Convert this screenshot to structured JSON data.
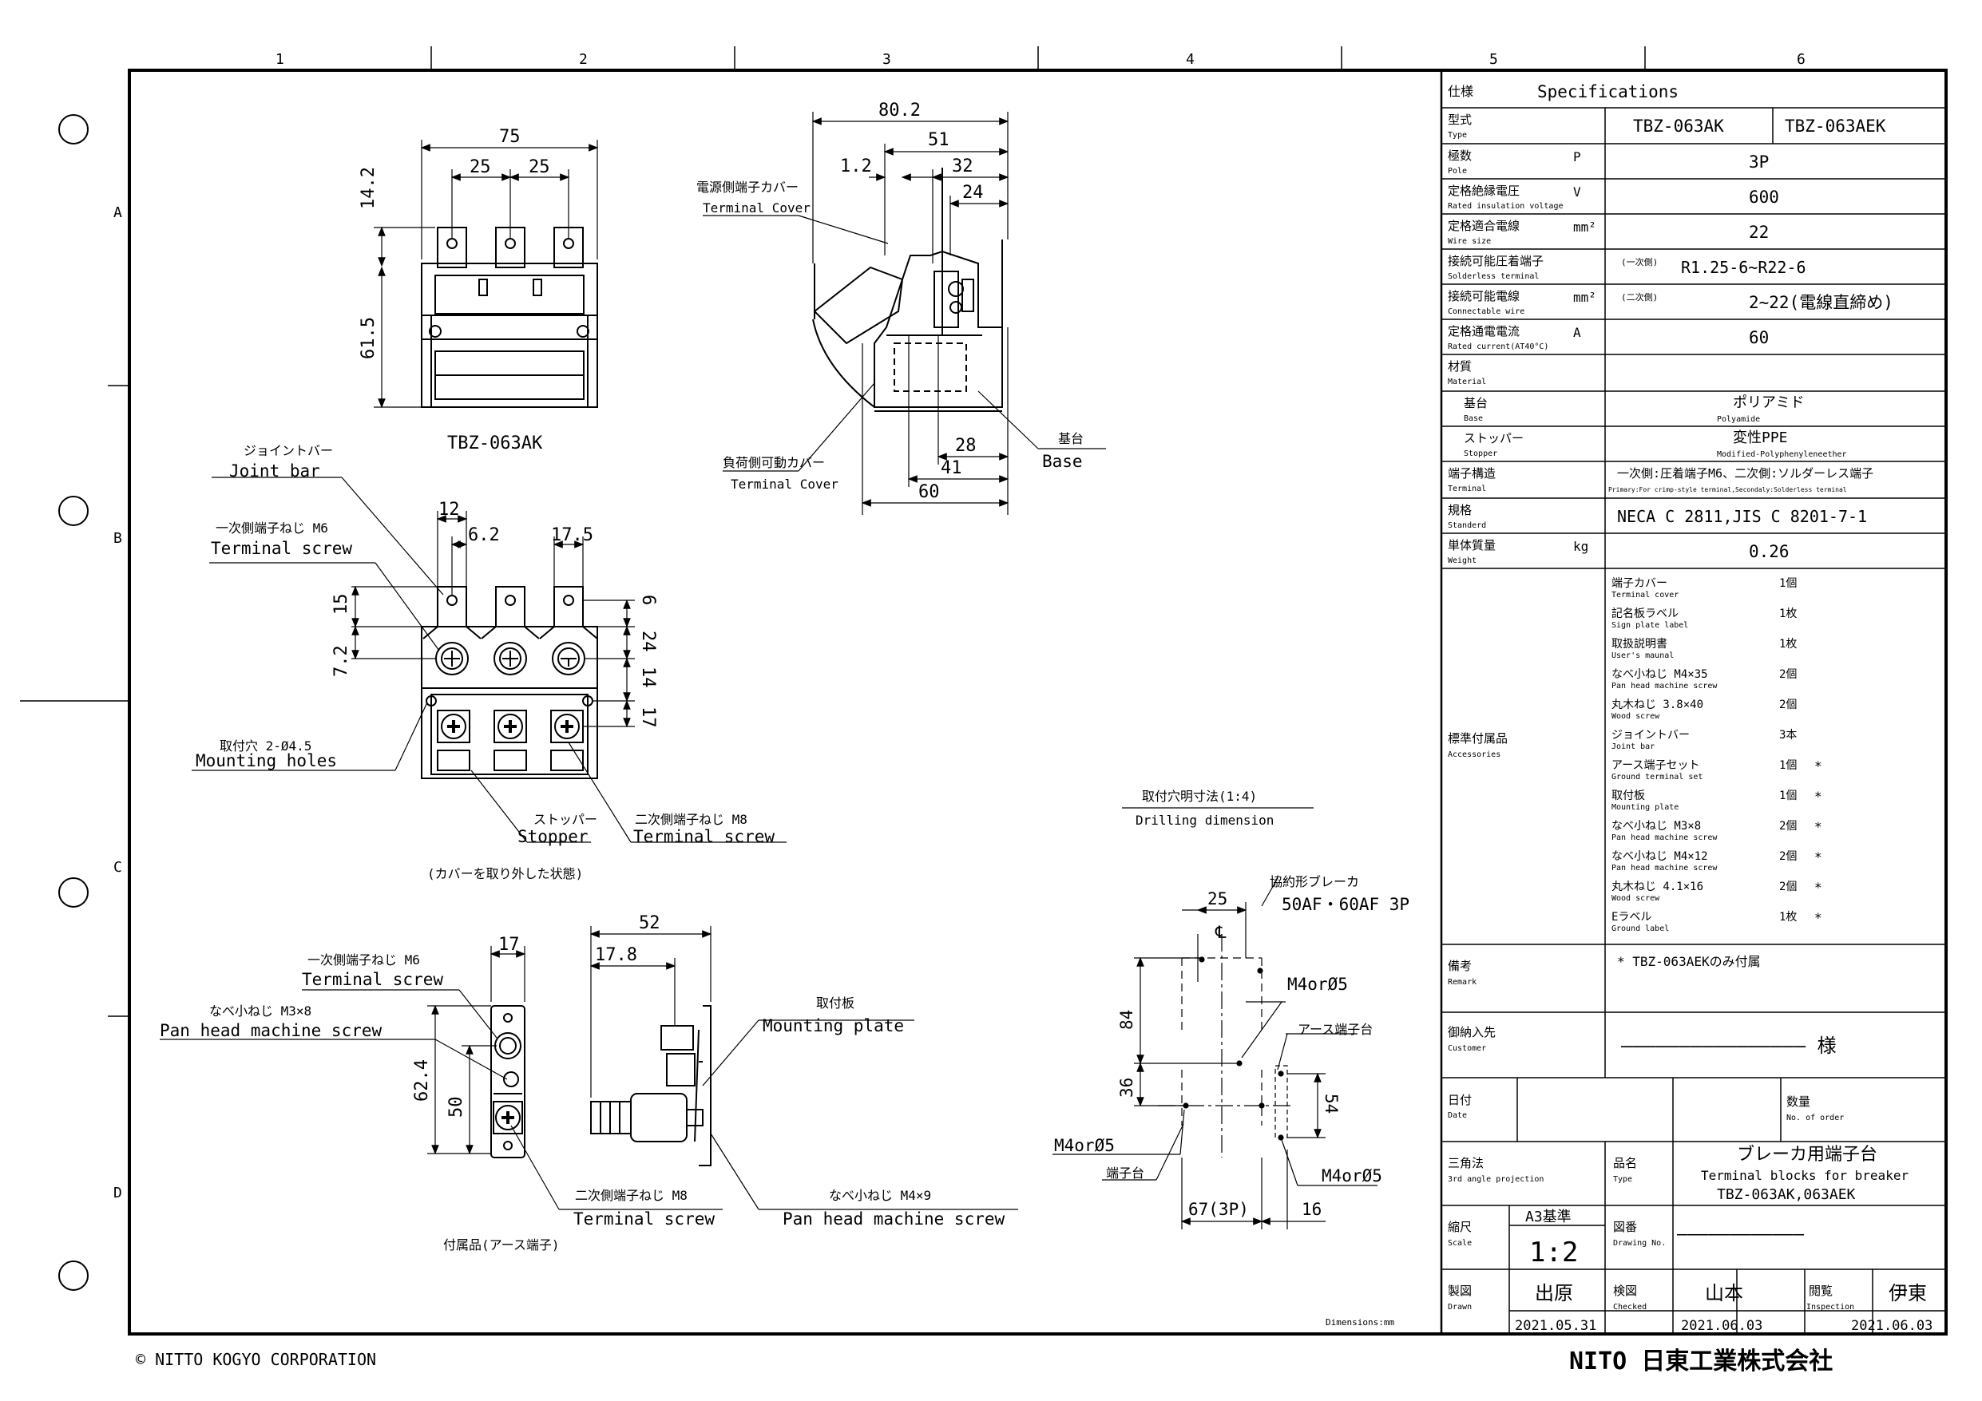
{
  "grid": {
    "columns": [
      "1",
      "2",
      "3",
      "4",
      "5",
      "6"
    ],
    "rows": [
      "A",
      "B",
      "C",
      "D"
    ]
  },
  "copyright": "© NITTO KOGYO CORPORATION",
  "logo_text": "NITO 日東工業株式会社",
  "dimensions_unit": "Dimensions:mm",
  "views": {
    "top_label": "TBZ-063AK",
    "top_dims": {
      "w75": "75",
      "a25": "25",
      "b25": "25",
      "h14": "14.2",
      "h61": "61.5"
    },
    "side_dims": {
      "d80": "80.2",
      "d51": "51",
      "d12": "1.2",
      "d32": "32",
      "d24": "24",
      "d28": "28",
      "d41": "41",
      "d60": "60"
    },
    "side_labels": {
      "source_cover_jp": "電源側端子カバー",
      "source_cover_en": "Terminal Cover",
      "load_cover_jp": "負荷側可動カバー",
      "load_cover_en": "Terminal Cover",
      "base_jp": "基台",
      "base_en": "Base"
    },
    "front_dims": {
      "d12": "12",
      "d62": "6.2",
      "d175": "17.5",
      "d15": "15",
      "d72": "7.2",
      "d6": "6",
      "d24": "24",
      "d14": "14",
      "d17": "17"
    },
    "front_labels": {
      "joint_jp": "ジョイントバー",
      "joint_en": "Joint bar",
      "tscrew_jp": "一次側端子ねじ M6",
      "tscrew_en": "Terminal screw",
      "mhole_jp": "取付穴 2-Ø4.5",
      "mhole_en": "Mounting holes",
      "stopper_jp": "ストッパー",
      "stopper_en": "Stopper",
      "tscrew2_jp": "二次側端子ねじ M8",
      "tscrew2_en": "Terminal screw",
      "state": "(カバーを取り外した状態)"
    },
    "ground": {
      "d17": "17",
      "d624": "62.4",
      "d50": "50",
      "d52": "52",
      "d178": "17.8",
      "t1_jp": "一次側端子ねじ M6",
      "t1_en": "Terminal screw",
      "pan_jp": "なべ小ねじ M3×8",
      "pan_en": "Pan head machine screw",
      "t2_jp": "二次側端子ねじ M8",
      "t2_en": "Terminal screw",
      "plate_jp": "取付板",
      "plate_en": "Mounting plate",
      "pan2_jp": "なべ小ねじ M4×9",
      "pan2_en": "Pan head machine screw",
      "caption": "付属品(アース端子)"
    },
    "drilling": {
      "title_jp": "取付穴明寸法(1:4)",
      "title_en": "Drilling dimension",
      "breaker_jp": "協約形ブレーカ",
      "breaker_spec": "50AF・60AF 3P",
      "d25": "25",
      "cl": "℄",
      "d84": "84",
      "d36": "36",
      "d54": "54",
      "d67": "67(3P)",
      "d16": "16",
      "m1": "M4orØ5",
      "m2": "M4orØ5",
      "m3": "M4orØ5",
      "earth": "アース端子台",
      "term": "端子台"
    }
  },
  "spec": {
    "header_jp": "仕様",
    "header_en": "Specifications",
    "rows": [
      {
        "jp": "型式",
        "en": "Type",
        "unit": "",
        "v1": "TBZ-063AK",
        "v2": "TBZ-063AEK"
      },
      {
        "jp": "極数",
        "en": "Pole",
        "unit": "P",
        "v": "3P"
      },
      {
        "jp": "定格絶縁電圧",
        "en": "Rated insulation voltage",
        "unit": "V",
        "v": "600"
      },
      {
        "jp": "定格適合電線",
        "en": "Wire size",
        "unit": "mm²",
        "v": "22"
      },
      {
        "jp": "接続可能圧着端子",
        "en": "Solderless terminal",
        "unit": "",
        "pre": "(一次側)",
        "v": "R1.25-6~R22-6"
      },
      {
        "jp": "接続可能電線",
        "en": "Connectable wire",
        "unit": "mm²",
        "pre": "(二次側)",
        "v": "2~22(電線直締め)"
      },
      {
        "jp": "定格通電電流",
        "en": "Rated current(AT40°C)",
        "unit": "A",
        "v": "60"
      },
      {
        "jp": "材質",
        "en": "Material",
        "unit": "",
        "v": ""
      },
      {
        "jp": "基台",
        "en": "Base",
        "unit": "",
        "v": "ポリアミド",
        "v_en": "Polyamide",
        "sub": true
      },
      {
        "jp": "ストッパー",
        "en": "Stopper",
        "unit": "",
        "v": "変性PPE",
        "v_en": "Modified-Polyphenyleneether",
        "sub": true
      },
      {
        "jp": "端子構造",
        "en": "Terminal",
        "unit": "",
        "v": "一次側:圧着端子M6、二次側:ソルダーレス端子",
        "v_en": "Primary:For crimp-style terminal,Secondaly:Solderless terminal"
      },
      {
        "jp": "規格",
        "en": "Standerd",
        "unit": "",
        "v": "NECA C 2811,JIS C 8201-7-1"
      },
      {
        "jp": "単体質量",
        "en": "Weight",
        "unit": "kg",
        "v": "0.26"
      }
    ],
    "accessories": {
      "jp": "標準付属品",
      "en": "Accessories",
      "items": [
        {
          "jp": "端子カバー",
          "en": "Terminal cover",
          "qty": "1個",
          "mark": ""
        },
        {
          "jp": "記名板ラベル",
          "en": "Sign plate label",
          "qty": "1枚",
          "mark": ""
        },
        {
          "jp": "取扱説明書",
          "en": "User's maunal",
          "qty": "1枚",
          "mark": ""
        },
        {
          "jp": "なべ小ねじ M4×35",
          "en": "Pan head machine screw",
          "qty": "2個",
          "mark": ""
        },
        {
          "jp": "丸木ねじ 3.8×40",
          "en": "Wood screw",
          "qty": "2個",
          "mark": ""
        },
        {
          "jp": "ジョイントバー",
          "en": "Joint bar",
          "qty": "3本",
          "mark": ""
        },
        {
          "jp": "アース端子セット",
          "en": "Ground terminal set",
          "qty": "1個",
          "mark": "*"
        },
        {
          "jp": "取付板",
          "en": "Mounting plate",
          "qty": "1個",
          "mark": "*"
        },
        {
          "jp": "なべ小ねじ M3×8",
          "en": "Pan head machine screw",
          "qty": "2個",
          "mark": "*"
        },
        {
          "jp": "なべ小ねじ M4×12",
          "en": "Pan head machine screw",
          "qty": "2個",
          "mark": "*"
        },
        {
          "jp": "丸木ねじ 4.1×16",
          "en": "Wood screw",
          "qty": "2個",
          "mark": "*"
        },
        {
          "jp": "Eラベル",
          "en": "Ground label",
          "qty": "1枚",
          "mark": "*"
        }
      ]
    },
    "remark": {
      "jp": "備考",
      "en": "Remark",
      "v": "* TBZ-063AEKのみ付属"
    },
    "customer": {
      "jp": "御納入先",
      "en": "Customer",
      "v": "———————————————— 様"
    },
    "date": {
      "jp": "日付",
      "en": "Date",
      "qty_jp": "数量",
      "qty_en": "No. of order"
    }
  },
  "title_block": {
    "proj_jp": "三角法",
    "proj_en": "3rd angle projection",
    "name_jp": "品名",
    "name_en": "Type",
    "name_v1": "ブレーカ用端子台",
    "name_v2": "Terminal blocks for breaker",
    "name_v3": "TBZ-063AK,063AEK",
    "scale_jp": "縮尺",
    "scale_en": "Scale",
    "scale_std": "A3基準",
    "scale_v": "1:2",
    "drawno_jp": "図番",
    "drawno_en": "Drawing No.",
    "drawno_v": "————————————",
    "drawn_jp": "製図",
    "drawn_en": "Drawn",
    "drawn_name": "出原",
    "drawn_date": "2021.05.31",
    "checked_jp": "検図",
    "checked_en": "Checked",
    "checked_name": "山本",
    "checked_date": "2021.06.03",
    "insp_jp": "閲覧",
    "insp_en": "Inspection",
    "insp_name": "伊東",
    "insp_date": "2021.06.03"
  }
}
